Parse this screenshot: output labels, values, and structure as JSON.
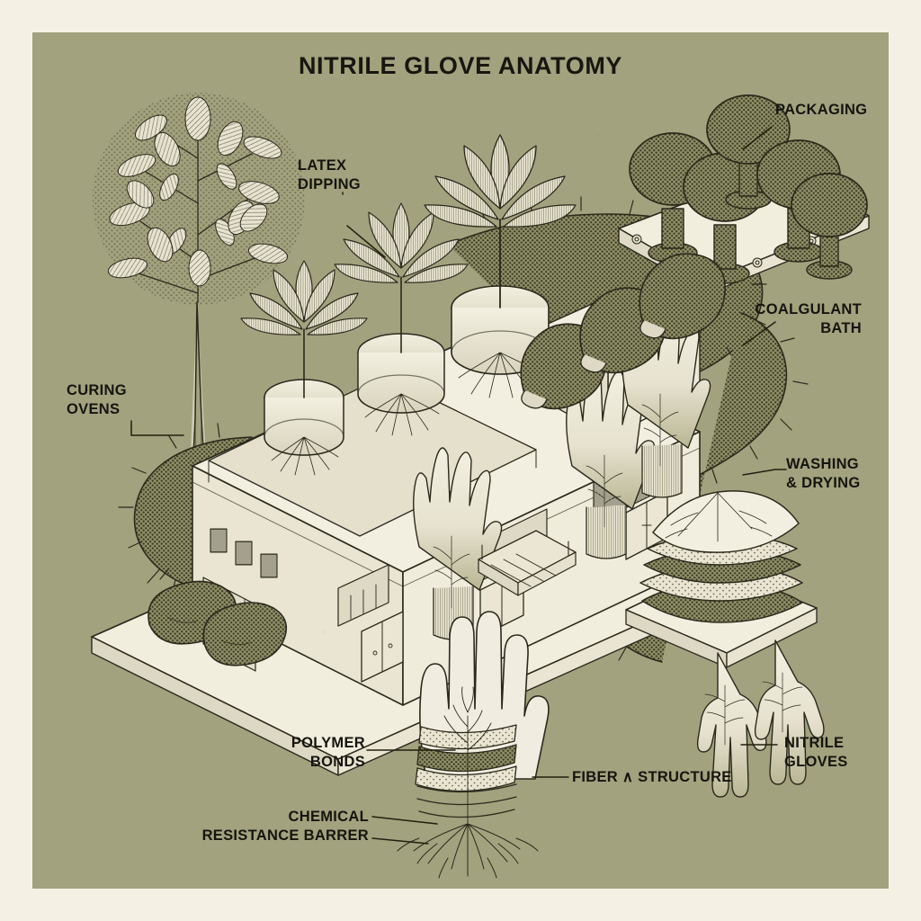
{
  "poster": {
    "title": "NITRILE GLOVE ANATOMY",
    "background_color": "#a2a27f",
    "border_color": "#f4f1e4",
    "ink_color": "#2a2a1c",
    "paper_fill": "#f2efdf"
  },
  "labels": [
    {
      "id": "latex-dipping",
      "text": "LATEX\nDIPPING",
      "align": "left"
    },
    {
      "id": "packaging",
      "text": "PACKAGING",
      "align": "left"
    },
    {
      "id": "coagulant-bath",
      "text": "COALGULANT\nBATH",
      "align": "right"
    },
    {
      "id": "curing-ovens",
      "text": "CURING\nOVENS",
      "align": "left"
    },
    {
      "id": "washing-drying",
      "text": "WASHING\n& DRYING",
      "align": "left"
    },
    {
      "id": "nitrile-gloves",
      "text": "NITRILE\nGLOVES",
      "align": "left"
    },
    {
      "id": "polymer-bonds",
      "text": "POLYMER\nBONDS",
      "align": "right"
    },
    {
      "id": "fiber-structure",
      "text": "FIBER ∧ STRUCTURE",
      "align": "left"
    },
    {
      "id": "chemical-barrier",
      "text": "CHEMICAL\nRESISTANCE BARRER",
      "align": "right"
    }
  ]
}
